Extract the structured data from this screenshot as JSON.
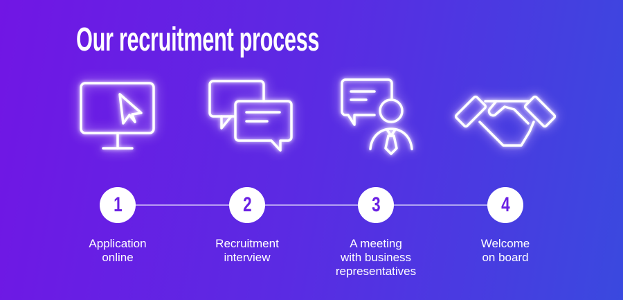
{
  "title": "Our recruitment process",
  "steps": [
    {
      "number": "1",
      "icon": "monitor-cursor-icon",
      "lines": [
        "Application",
        "online"
      ]
    },
    {
      "number": "2",
      "icon": "chat-bubbles-icon",
      "lines": [
        "Recruitment",
        "interview"
      ]
    },
    {
      "number": "3",
      "icon": "business-person-chat-icon",
      "lines": [
        "A meeting",
        "with business",
        "representatives"
      ]
    },
    {
      "number": "4",
      "icon": "handshake-icon",
      "lines": [
        "Welcome",
        "on board"
      ]
    }
  ],
  "colors": {
    "gradient_start": "#7116e4",
    "gradient_end": "#3a49df",
    "digit": "#6a1fe3"
  }
}
